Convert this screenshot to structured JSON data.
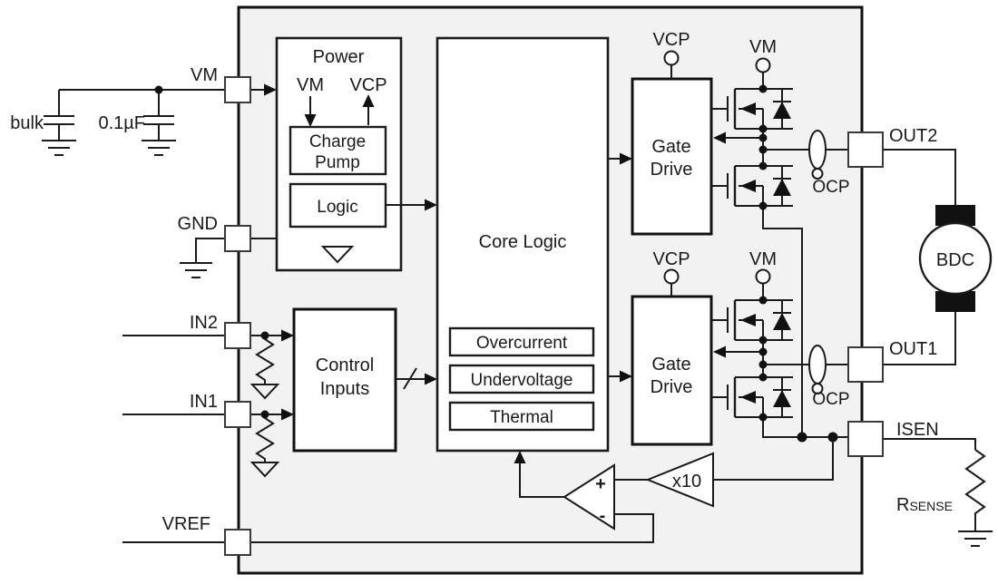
{
  "colors": {
    "line": "#1a1a1a",
    "chip_fill": "#f2f2f2",
    "block_fill": "#ffffff",
    "motor_brush": "#111111"
  },
  "pins": {
    "vm": "VM",
    "gnd": "GND",
    "in2": "IN2",
    "in1": "IN1",
    "vref": "VREF",
    "out2": "OUT2",
    "out1": "OUT1",
    "isen": "ISEN"
  },
  "external": {
    "bulk_cap": "bulk",
    "bypass_cap": "0.1µF",
    "motor": "BDC",
    "rsense_main": "R",
    "rsense_sub": "SENSE"
  },
  "power_block": {
    "title": "Power",
    "vm_rail": "VM",
    "vcp_rail": "VCP",
    "charge_pump_line1": "Charge",
    "charge_pump_line2": "Pump",
    "logic": "Logic"
  },
  "core_block": {
    "title": "Core Logic",
    "overcurrent": "Overcurrent",
    "undervoltage": "Undervoltage",
    "thermal": "Thermal"
  },
  "control_block": {
    "line1": "Control",
    "line2": "Inputs"
  },
  "gate_drive1": {
    "line1": "Gate",
    "line2": "Drive"
  },
  "gate_drive2": {
    "line1": "Gate",
    "line2": "Drive"
  },
  "terminals": {
    "vcp1": "VCP",
    "vm1": "VM",
    "vcp2": "VCP",
    "vm2": "VM",
    "ocp1": "OCP",
    "ocp2": "OCP"
  },
  "sense_path": {
    "gain": "x10",
    "plus": "+",
    "minus": "-"
  }
}
